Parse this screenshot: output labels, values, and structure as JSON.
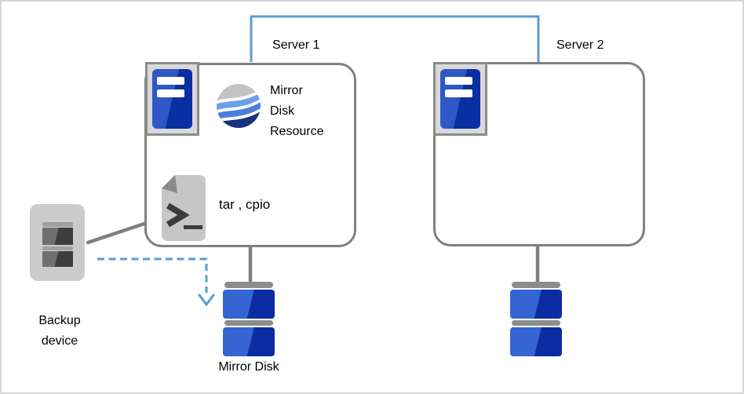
{
  "servers": [
    {
      "id": "server1",
      "label": "Server 1"
    },
    {
      "id": "server2",
      "label": "Server 2"
    }
  ],
  "annotations": {
    "mirror_disk_resource": "Mirror\nDisk\nResource",
    "tar_cpio": "tar , cpio",
    "backup_device": "Backup\ndevice",
    "mirror_disk": "Mirror Disk"
  },
  "icons": {
    "server_icon": "blue server tower with two white bars",
    "mirror_disk_resource_icon": "globe with gray and blue waves",
    "shell_script_icon": "document with folded corner and >_ prompt",
    "backup_device_icon": "gray tape backup device with two cartridges",
    "mirror_disk_icon": "stacked blue disk volumes with gray separators",
    "arrow_down_icon": "open chevron arrowhead pointing down"
  },
  "colors": {
    "connection_blue": "#5B9BD5",
    "line_gray": "#808080",
    "container_fill": "#D9D9D9",
    "container_border": "#8C8C8C",
    "server_blue_light": "#2E58C6",
    "server_blue_dark": "#0A2FA3",
    "disk_blue_light": "#3465D3",
    "disk_blue_dark": "#0C2DA2",
    "disk_bar_gray": "#8C8C8C",
    "globe_gray": "#C3C3C3",
    "globe_blue_light": "#6D9EEB",
    "globe_blue_mid": "#4C7FD9",
    "globe_navy": "#17337E",
    "script_body": "#C6C6C6",
    "script_fold": "#8A8A8A",
    "script_glyph": "#3B3B3B",
    "device_body": "#CBCBCB",
    "device_bar": "#A0A0A0",
    "device_dark_left": "#6F6F6F",
    "device_dark_right": "#3D3D3D",
    "text_color": "#000000"
  }
}
